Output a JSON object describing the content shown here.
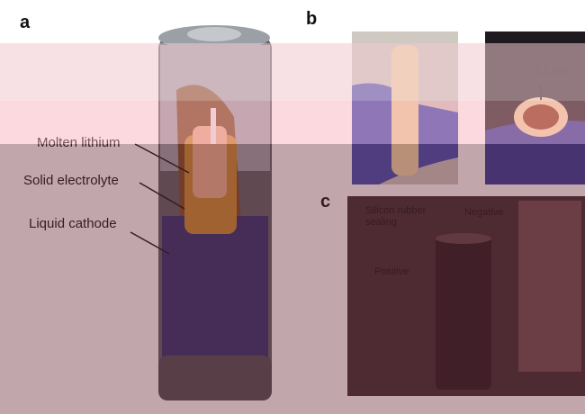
{
  "panels": {
    "a": "a",
    "b": "b",
    "c": "c"
  },
  "panel_a": {
    "labels": {
      "molten_lithium": "Molten lithium",
      "solid_electrolyte": "Solid electrolyte",
      "liquid_cathode": "Liquid cathode"
    }
  },
  "panel_b": {
    "thickness_label": "1.1 mm"
  },
  "panel_c": {
    "labels": {
      "sealing_line1": "Silicon rubber",
      "sealing_line2": "sealing",
      "negative": "Negative",
      "positive": "Positive"
    }
  },
  "colors": {
    "cathode_blue": "#2b2f6e",
    "electrolyte_orange": "#c98a2e",
    "overlay_pink": "#f3c8cf",
    "overlay_maroon": "#6b2c3a"
  }
}
